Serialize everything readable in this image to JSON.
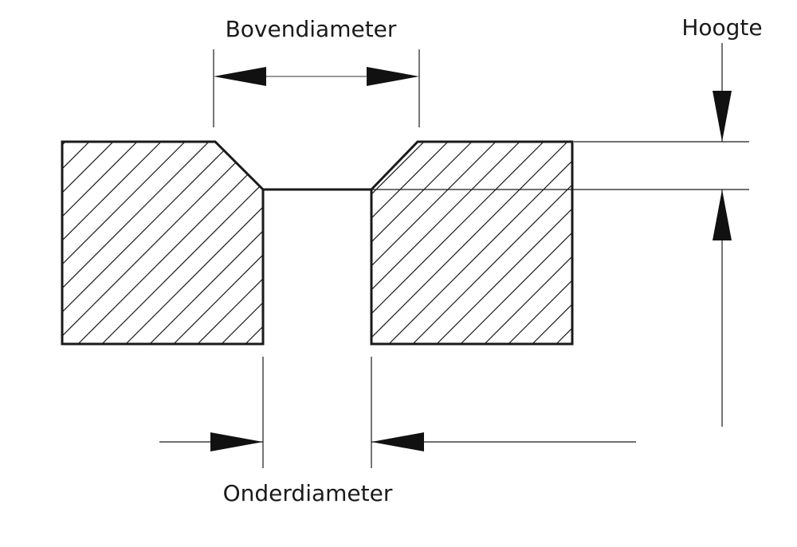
{
  "labels": {
    "top_diameter": "Bovendiameter",
    "bottom_diameter": "Onderdiameter",
    "height": "Hoogte"
  },
  "colors": {
    "line": "#1a1a1a",
    "dimension_line_grey": "#9a9a9a",
    "background": "#ffffff"
  }
}
